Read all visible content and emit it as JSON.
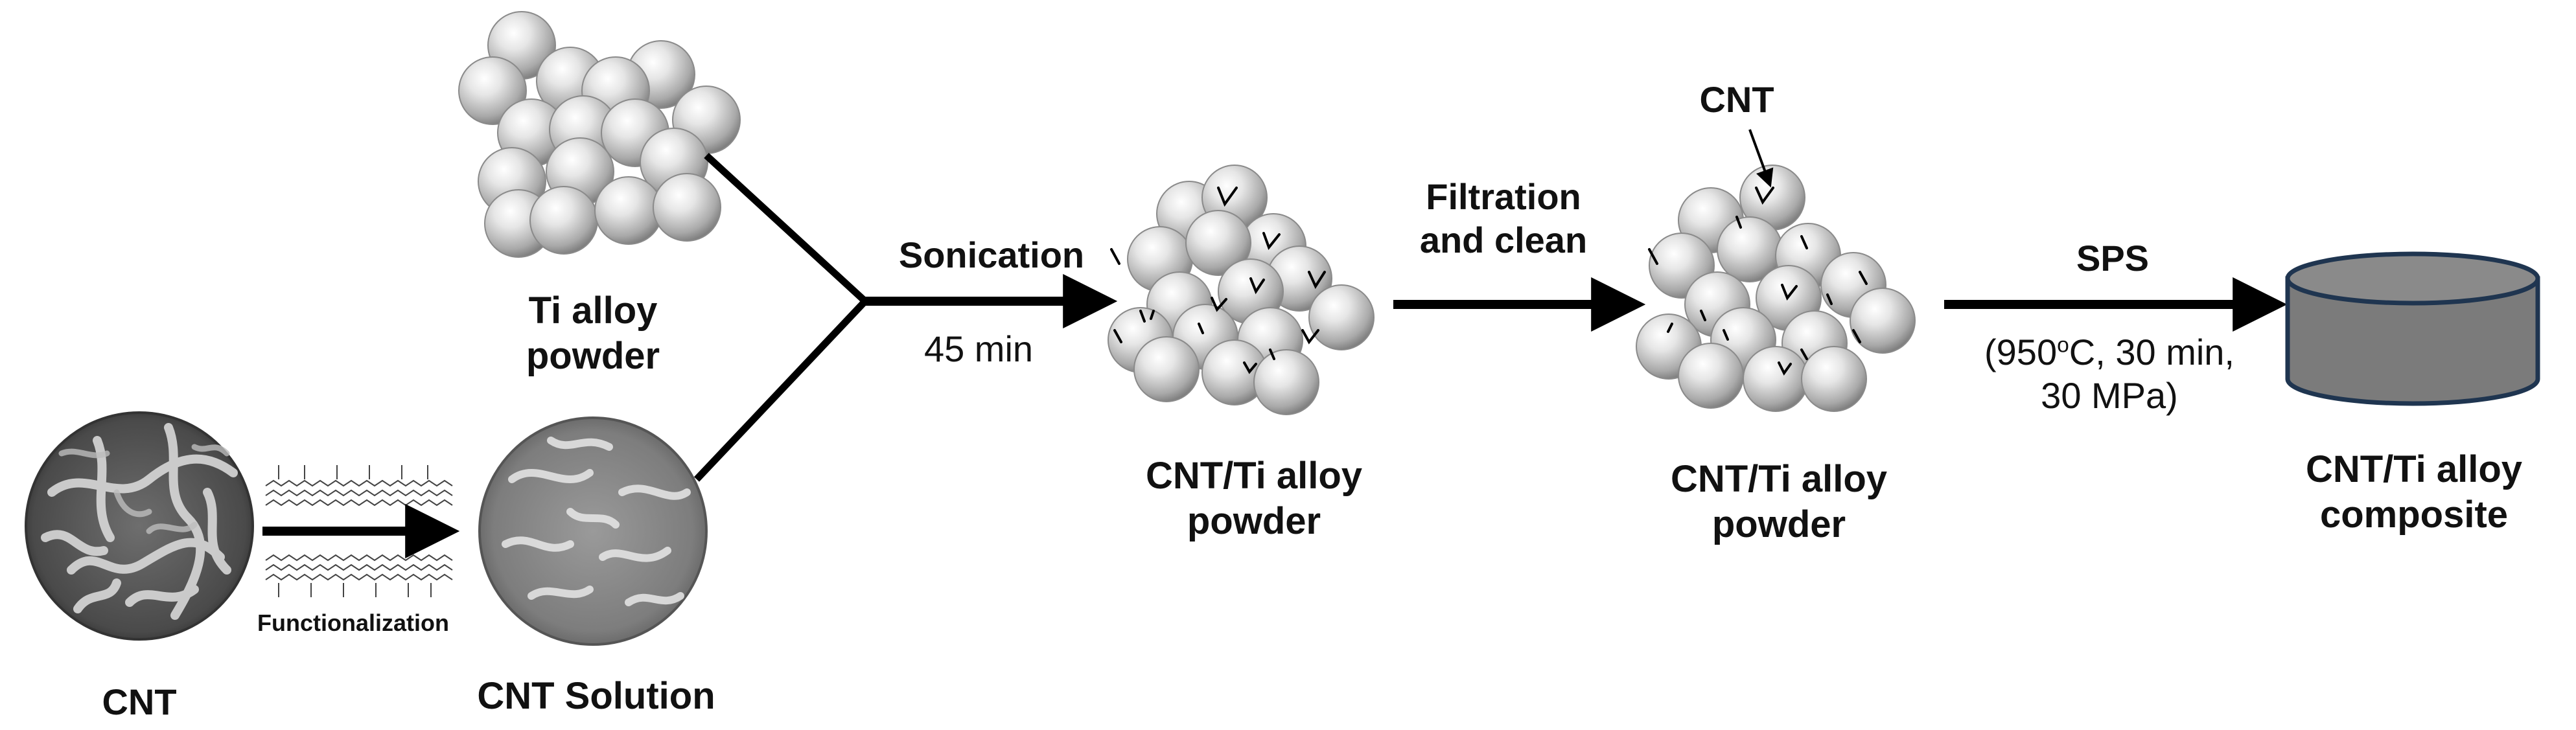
{
  "diagram": {
    "cnt_label": "CNT",
    "functionalization_label": "Functionalization",
    "cnt_solution_label": "CNT Solution",
    "ti_alloy_label_line1": "Ti alloy",
    "ti_alloy_label_line2": "powder",
    "sonication_label": "Sonication",
    "sonication_time": "45 min",
    "mixed_powder_line1": "CNT/Ti alloy",
    "mixed_powder_line2": "powder",
    "filtration_line1": "Filtration",
    "filtration_line2": "and clean",
    "cnt_pointer_label": "CNT",
    "filtered_powder_line1": "CNT/Ti alloy",
    "filtered_powder_line2": "powder",
    "sps_label": "SPS",
    "sps_cond_pre": "(950",
    "sps_cond_sup": "o",
    "sps_cond_post": "C, 30 min,",
    "sps_cond_line2": "30 MPa)",
    "composite_line1": "CNT/Ti alloy",
    "composite_line2": "composite"
  },
  "colors": {
    "sphere_light": "#f4f4f4",
    "sphere_dark": "#8f8f8f",
    "disc_fill": "#7b7b7b",
    "arrow": "#000000"
  }
}
